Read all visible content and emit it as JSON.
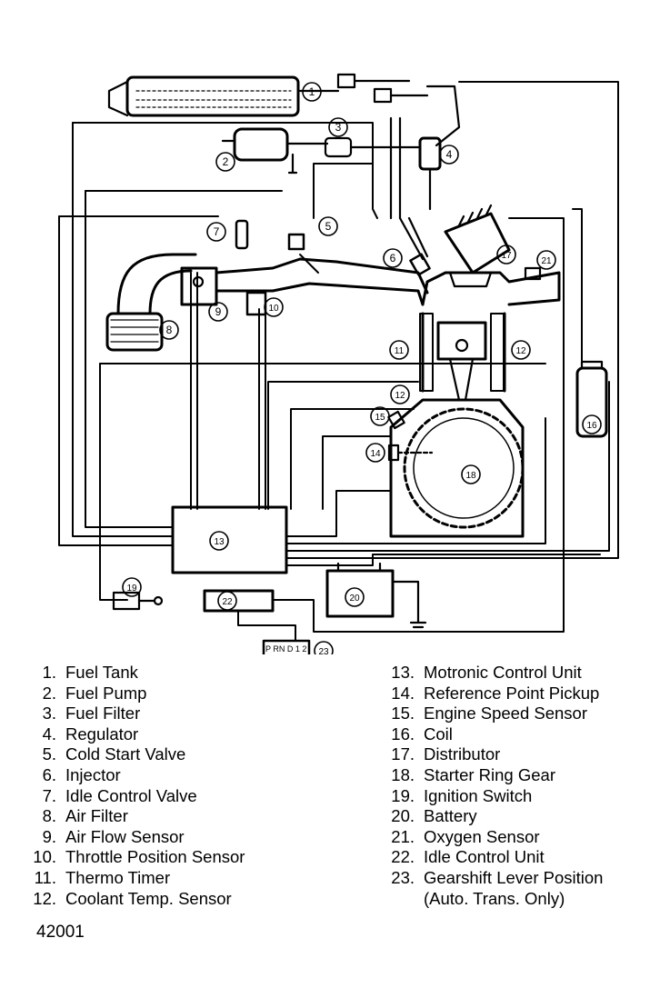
{
  "diagram": {
    "callouts": [
      "1",
      "2",
      "3",
      "4",
      "5",
      "6",
      "7",
      "8",
      "9",
      "10",
      "11",
      "12",
      "12",
      "13",
      "14",
      "15",
      "16",
      "17",
      "18",
      "19",
      "20",
      "21",
      "22",
      "23"
    ],
    "gearshift_code": "P RN D 1 2"
  },
  "legend_left": [
    {
      "num": "1.",
      "label": "Fuel Tank"
    },
    {
      "num": "2.",
      "label": "Fuel Pump"
    },
    {
      "num": "3.",
      "label": "Fuel Filter"
    },
    {
      "num": "4.",
      "label": "Regulator"
    },
    {
      "num": "5.",
      "label": "Cold Start Valve"
    },
    {
      "num": "6.",
      "label": "Injector"
    },
    {
      "num": "7.",
      "label": "Idle Control Valve"
    },
    {
      "num": "8.",
      "label": "Air Filter"
    },
    {
      "num": "9.",
      "label": "Air Flow Sensor"
    },
    {
      "num": "10.",
      "label": "Throttle Position Sensor"
    },
    {
      "num": "11.",
      "label": "Thermo Timer"
    },
    {
      "num": "12.",
      "label": "Coolant Temp. Sensor"
    }
  ],
  "legend_right": [
    {
      "num": "13.",
      "label": "Motronic Control Unit"
    },
    {
      "num": "14.",
      "label": "Reference Point Pickup"
    },
    {
      "num": "15.",
      "label": "Engine Speed Sensor"
    },
    {
      "num": "16.",
      "label": "Coil"
    },
    {
      "num": "17.",
      "label": "Distributor"
    },
    {
      "num": "18.",
      "label": "Starter Ring Gear"
    },
    {
      "num": "19.",
      "label": "Ignition Switch"
    },
    {
      "num": "20.",
      "label": "Battery"
    },
    {
      "num": "21.",
      "label": "Oxygen Sensor"
    },
    {
      "num": "22.",
      "label": "Idle Control Unit"
    },
    {
      "num": "23.",
      "label": "Gearshift Lever Position"
    }
  ],
  "legend_right_note": "(Auto. Trans. Only)",
  "figure_number": "42001"
}
